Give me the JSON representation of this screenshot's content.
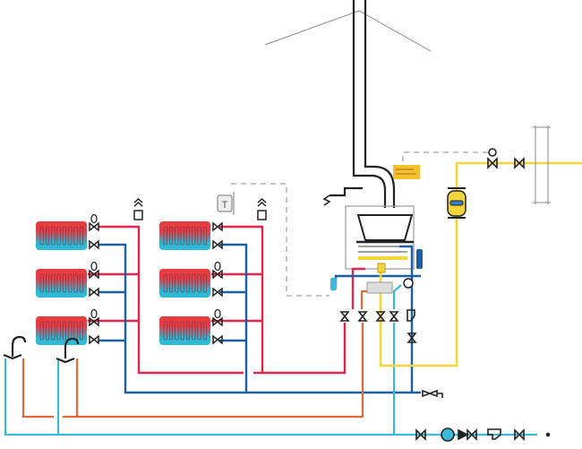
{
  "diagram": {
    "colors": {
      "heating_supply": "#e2264d",
      "heating_return": "#1d5fa3",
      "hot_water": "#e8663c",
      "cold_water": "#3cb9d9",
      "gas": "#f3d43b",
      "outline": "#222222",
      "casing": "#9a9a9a"
    },
    "components": {
      "radiators": 6,
      "radiator_columns": 2,
      "taps": 2,
      "air_vents": 2,
      "boiler_outlet_valves": 4,
      "gas_meter": "gas-meter-icon",
      "room_thermostat": "thermostat-icon",
      "circulation_pump": "pump-icon",
      "water_meter": "water-meter-icon"
    }
  }
}
